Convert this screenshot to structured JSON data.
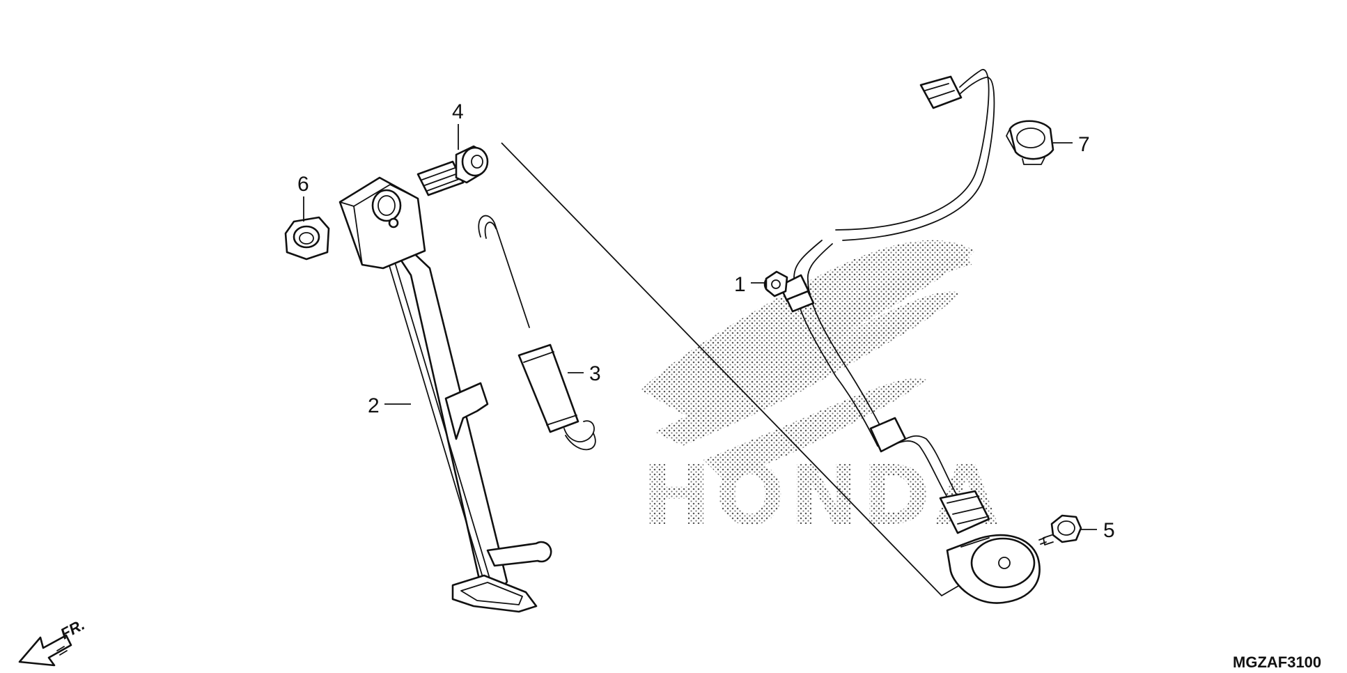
{
  "diagram": {
    "callouts": [
      "1",
      "2",
      "3",
      "4",
      "5",
      "6",
      "7"
    ],
    "watermark_text": "HONDA",
    "direction_label": "FR.",
    "diagram_code": "MGZAF3100"
  }
}
